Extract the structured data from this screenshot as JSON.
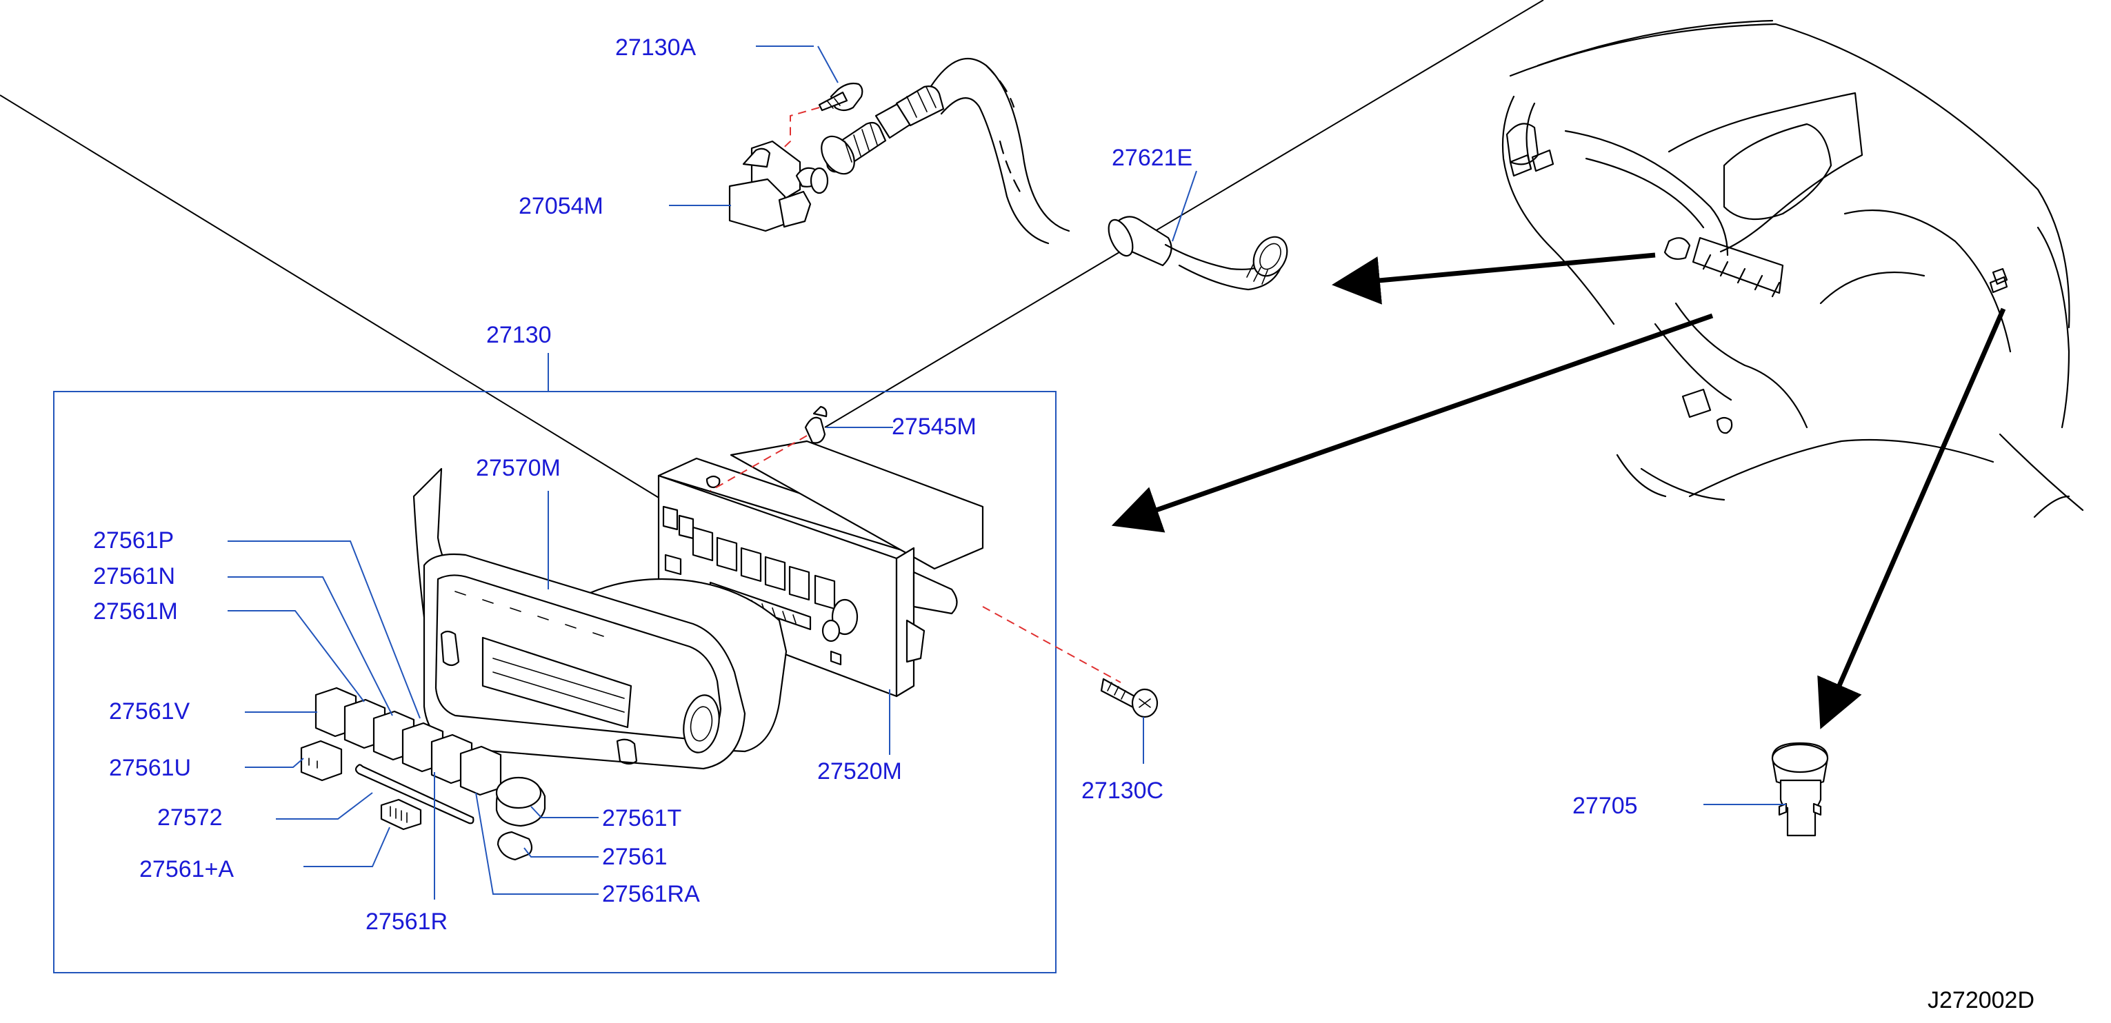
{
  "diagram_code": "J272002D",
  "colors": {
    "label": "#1a1ad6",
    "leader": "#2255bb",
    "dashed_path": "#e03030",
    "line": "#000000"
  },
  "parts": {
    "p27130A": "27130A",
    "p27054M": "27054M",
    "p27621E": "27621E",
    "p27130": "27130",
    "p27545M": "27545M",
    "p27570M": "27570M",
    "p27561P": "27561P",
    "p27561N": "27561N",
    "p27561M": "27561M",
    "p27561V": "27561V",
    "p27561U": "27561U",
    "p27572": "27572",
    "p27561A": "27561+A",
    "p27561R": "27561R",
    "p27561T": "27561T",
    "p27561": "27561",
    "p27561RA": "27561RA",
    "p27520M": "27520M",
    "p27130C": "27130C",
    "p27705": "27705"
  }
}
